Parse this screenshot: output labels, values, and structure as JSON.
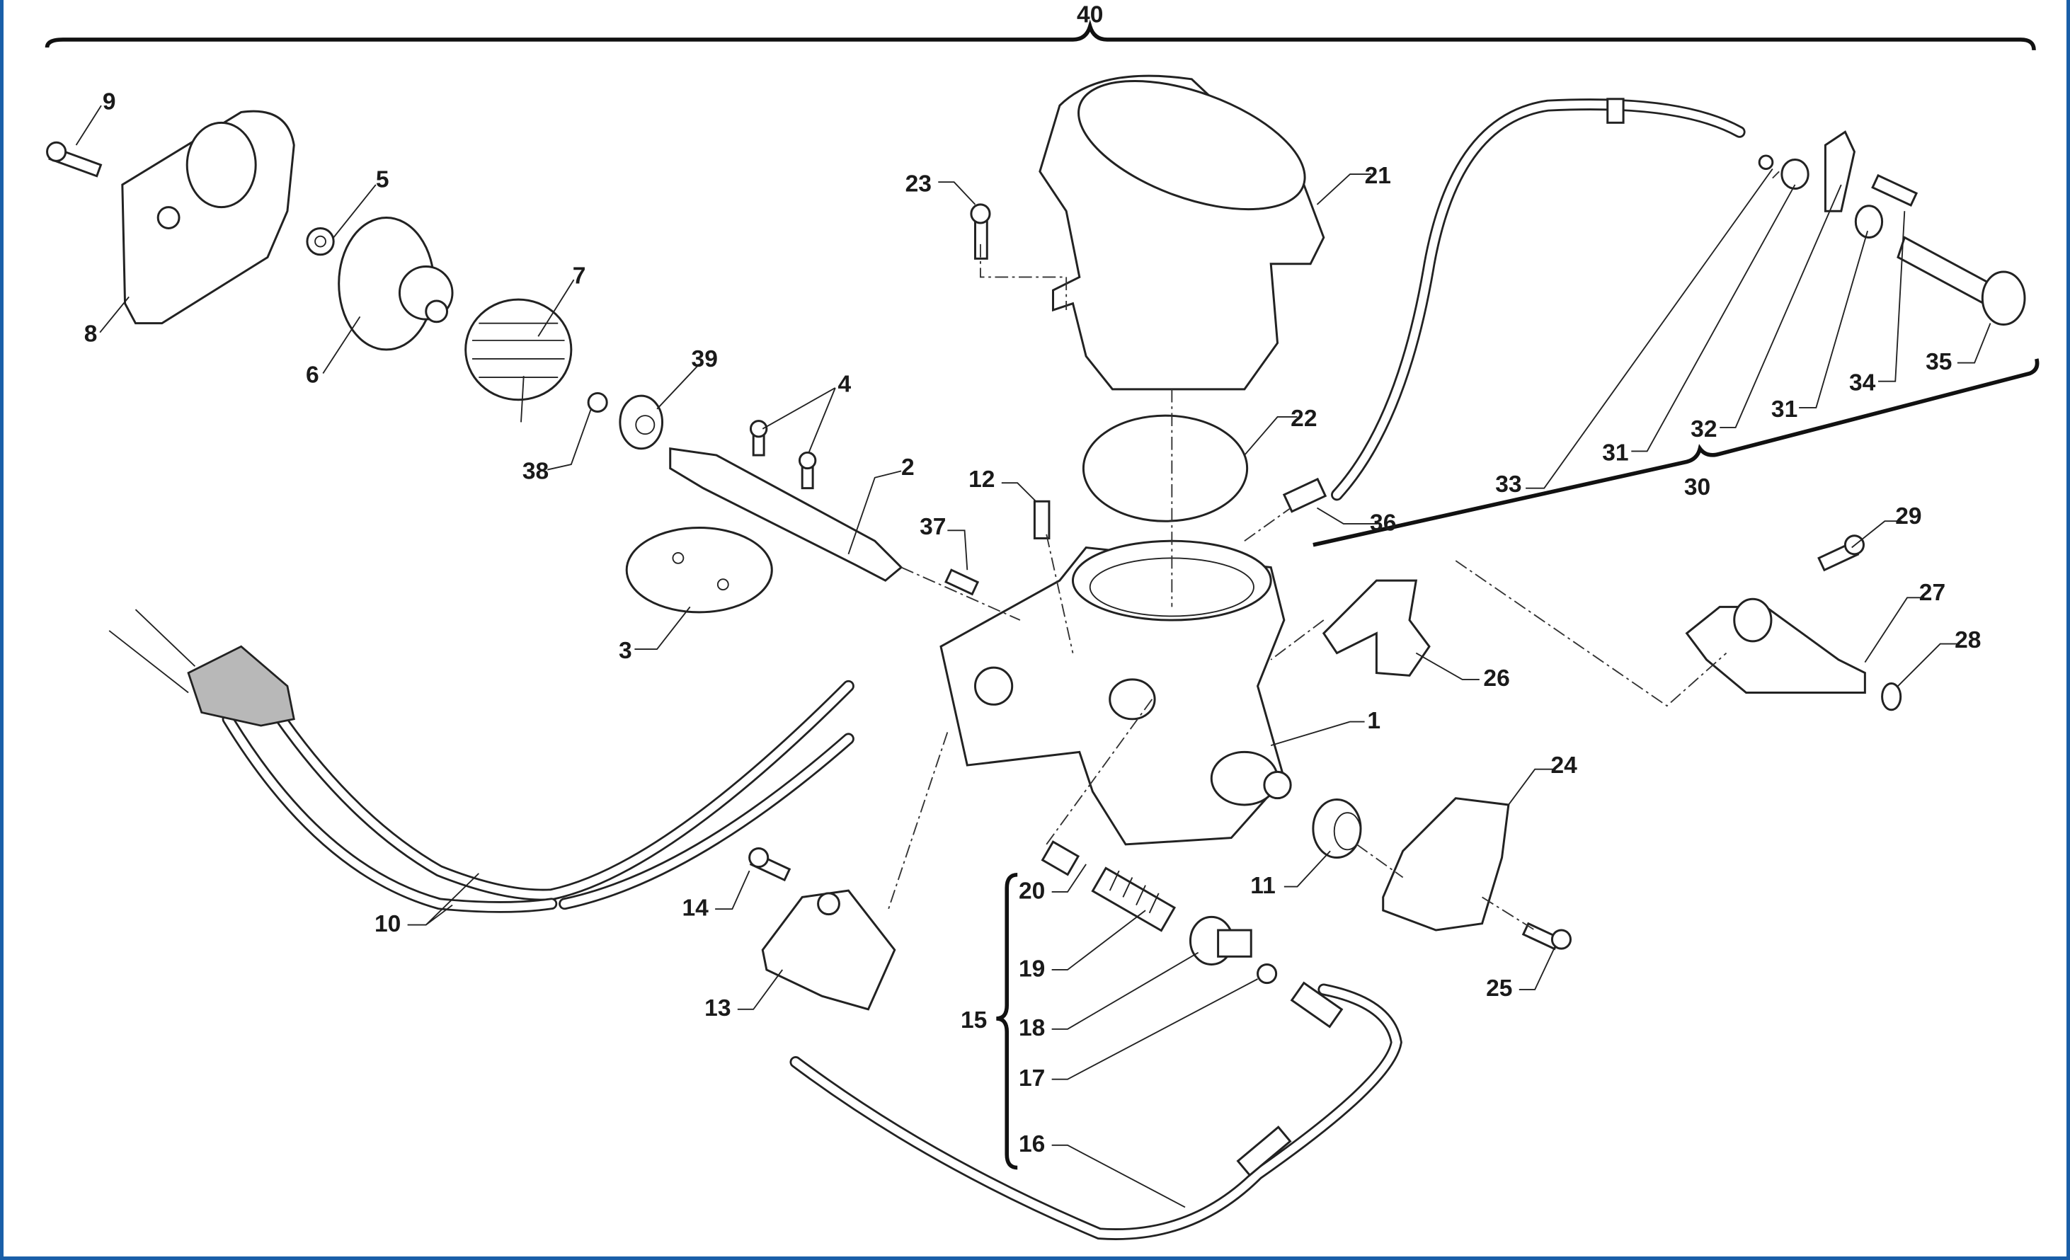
{
  "diagram": {
    "type": "exploded parts diagram",
    "frame_color": "#1a5fa8",
    "assembly_labels": {
      "all": "40",
      "idle_group": "30",
      "bypass_group": "15"
    },
    "part_labels": [
      "1",
      "2",
      "3",
      "4",
      "5",
      "6",
      "7",
      "8",
      "9",
      "10",
      "11",
      "12",
      "13",
      "14",
      "16",
      "17",
      "18",
      "19",
      "20",
      "21",
      "22",
      "23",
      "24",
      "25",
      "26",
      "27",
      "28",
      "29",
      "31",
      "31",
      "32",
      "33",
      "34",
      "35",
      "36",
      "37",
      "38",
      "39"
    ]
  }
}
